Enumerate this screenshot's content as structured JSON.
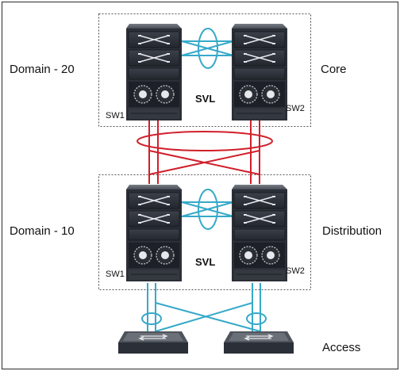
{
  "domains": [
    {
      "key": "top",
      "label": "Domain - 20",
      "role": "Core",
      "link_label": "SVL",
      "switches": [
        "SW1",
        "SW2"
      ]
    },
    {
      "key": "bottom",
      "label": "Domain - 10",
      "role": "Distribution",
      "link_label": "SVL",
      "switches": [
        "SW1",
        "SW2"
      ]
    }
  ],
  "access": {
    "label": "Access",
    "switch_count": 2
  },
  "colors": {
    "chassis": "#2b2f37",
    "chassis_dark": "#1d2027",
    "svl_link": "#36a9c9",
    "core_uplink": "#d11f2b",
    "access_uplink": "#36a9c9",
    "box_border": "#555555",
    "frame": "#444444"
  }
}
